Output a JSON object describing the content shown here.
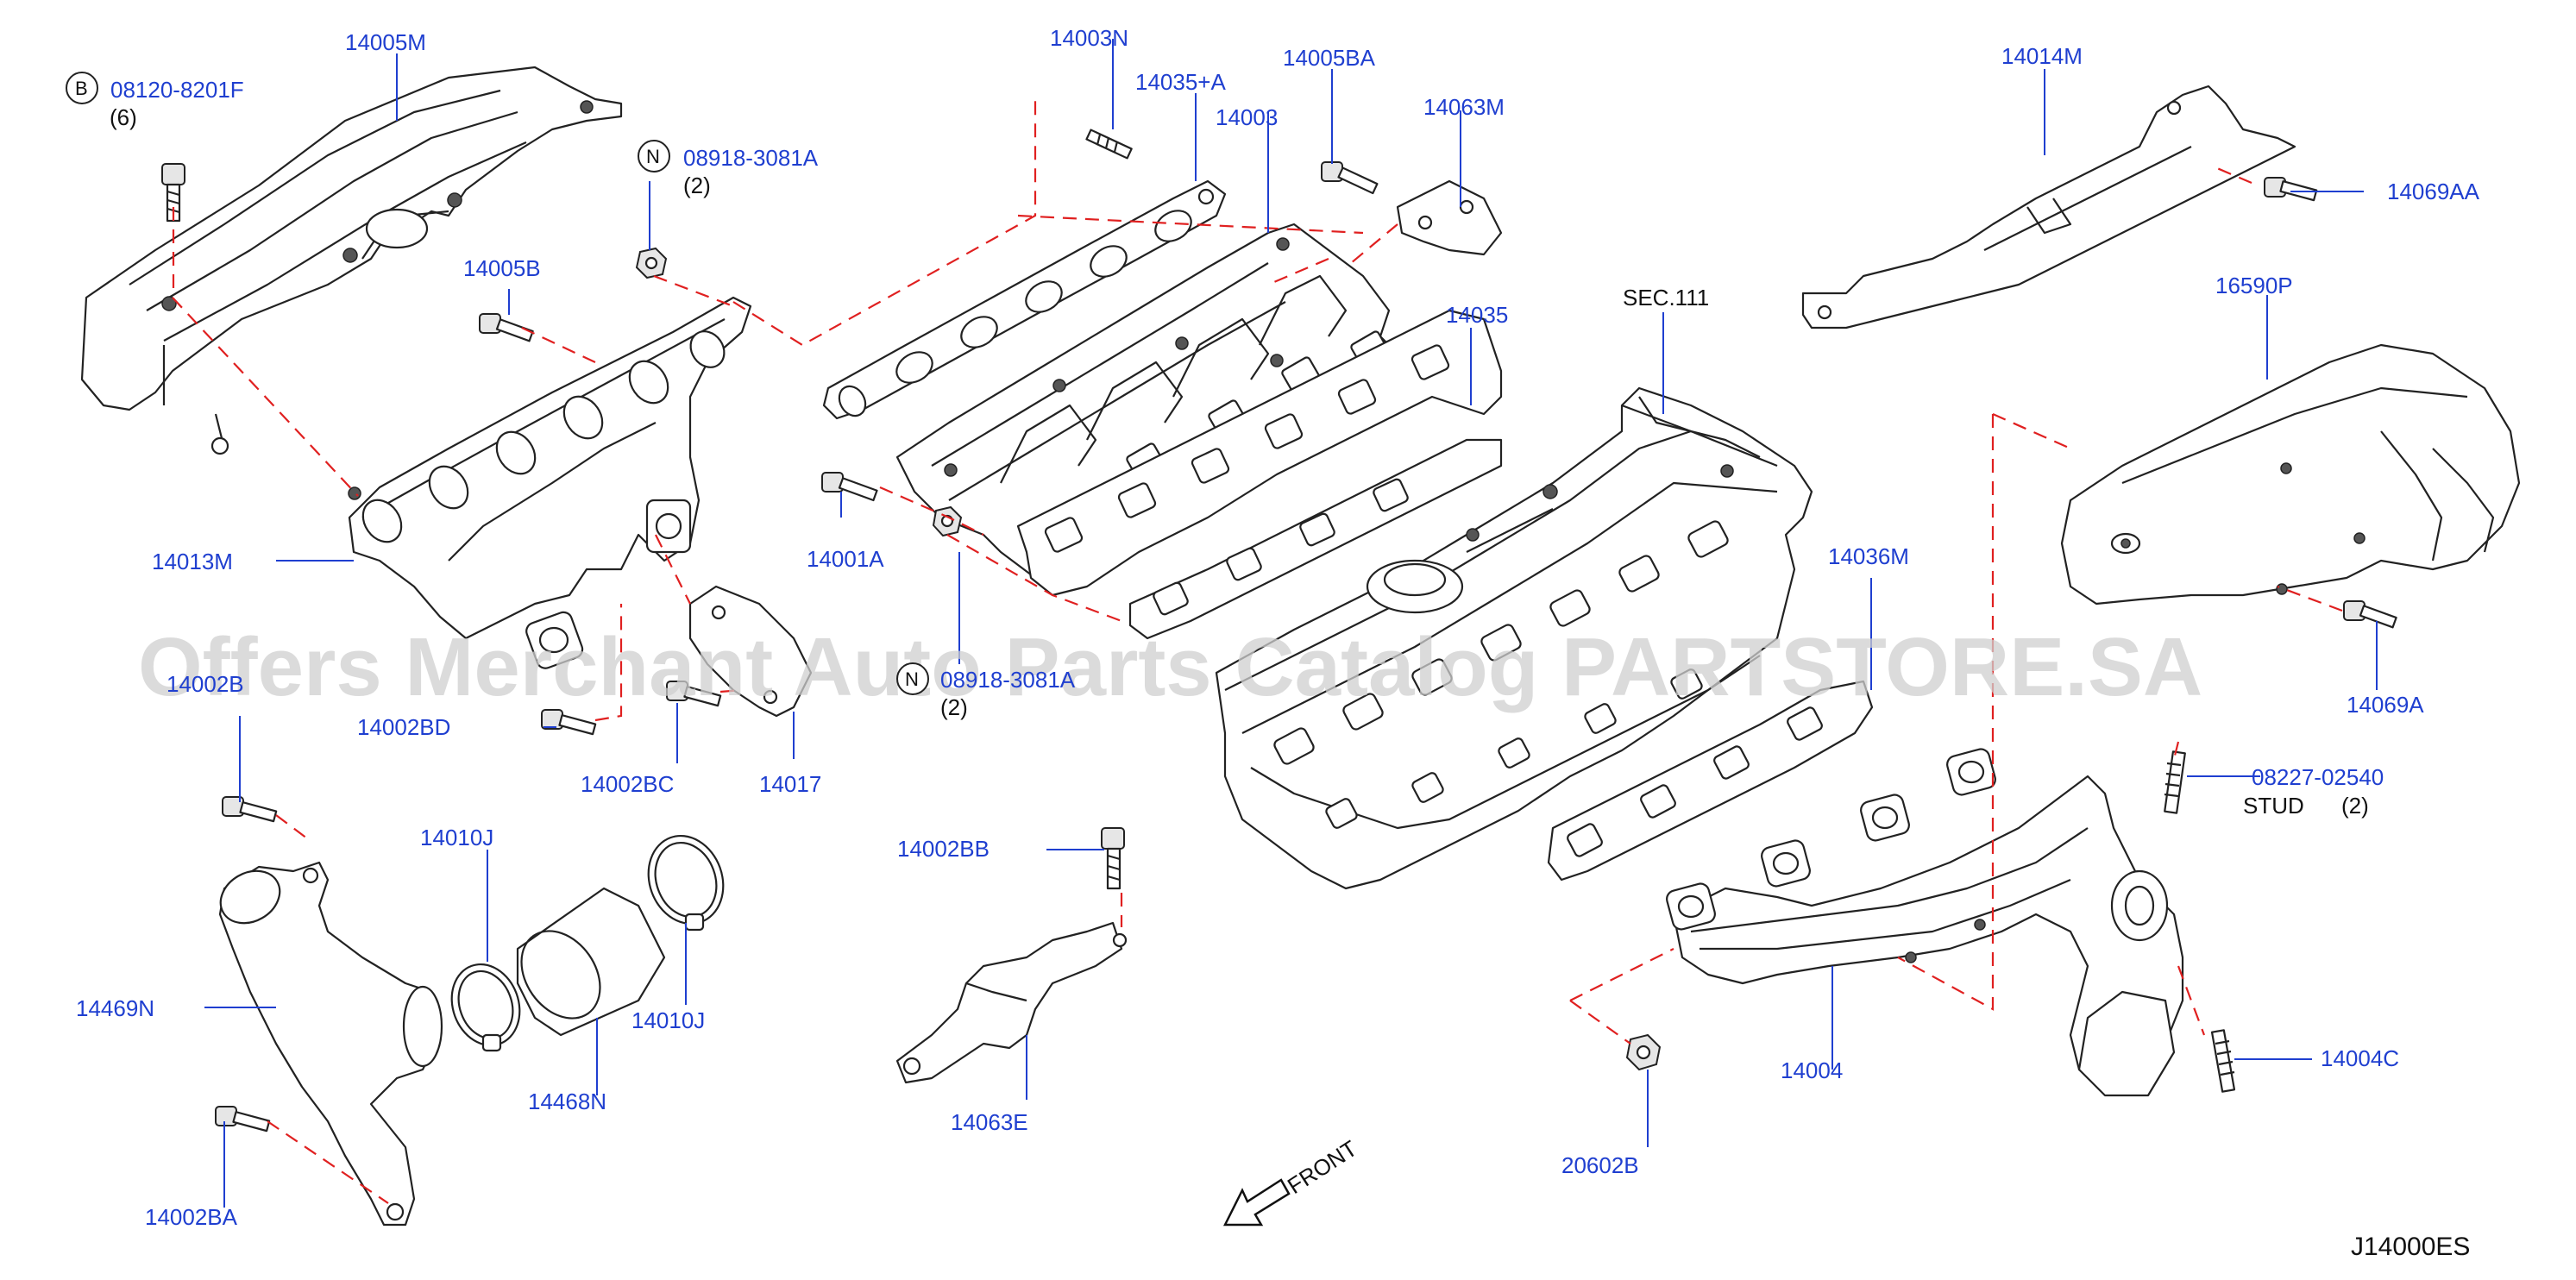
{
  "diagram": {
    "code": "J14000ES",
    "watermark": "Offers Merchant Auto Parts Catalog PARTSTORE.SA",
    "front_label": "FRONT",
    "labels": {
      "l14005M": "14005M",
      "l08120": "08120-8201F",
      "l08120_qty": "(6)",
      "l08918": "08918-3081A",
      "l08918_qty": "(2)",
      "l14003N": "14003N",
      "l14035A": "14035+A",
      "l14003": "14003",
      "l14005BA": "14005BA",
      "l14063M": "14063M",
      "l14014M": "14014M",
      "l14069AA": "14069AA",
      "l14005B": "14005B",
      "l14035": "14035",
      "lSEC111": "SEC.111",
      "l16590P": "16590P",
      "l14013M": "14013M",
      "l14001A": "14001A",
      "l14036M": "14036M",
      "l14002B": "14002B",
      "l14002BD": "14002BD",
      "l14002BC": "14002BC",
      "l14017": "14017",
      "l08918b": "08918-3081A",
      "l08918b_qty": "(2)",
      "l14069A": "14069A",
      "l08227": "08227-02540",
      "lSTUD": "STUD",
      "lSTUD_qty": "(2)",
      "l14002BB": "14002BB",
      "l14010J_a": "14010J",
      "l14469N": "14469N",
      "l14010J_b": "14010J",
      "l14468N": "14468N",
      "l14063E": "14063E",
      "l14004": "14004",
      "l14004C": "14004C",
      "l14002BA": "14002BA",
      "l20602B": "20602B",
      "badge_B": "B",
      "badge_N": "N",
      "badge_N2": "N"
    }
  }
}
